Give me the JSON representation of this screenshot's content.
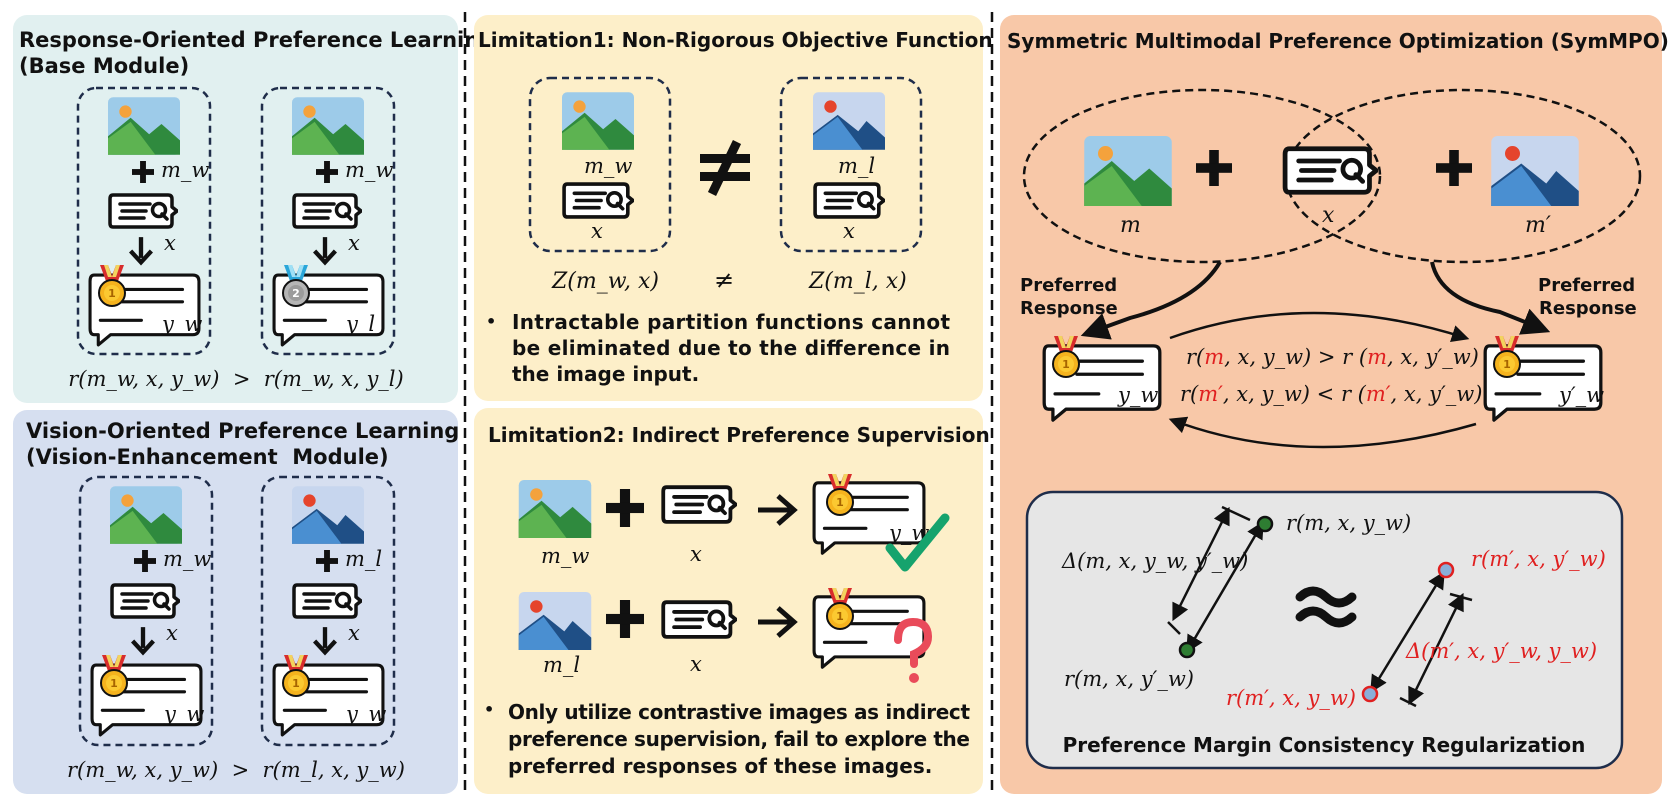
{
  "panel_response": {
    "title_line1": "Response-Oriented Preference Learning",
    "title_line2": "(Base Module)",
    "left": {
      "image_label": "m_w",
      "query_label": "x",
      "response_label": "y_w"
    },
    "right": {
      "image_label": "m_w",
      "query_label": "x",
      "response_label": "y_l"
    },
    "formula": "r(m_w, x, y_w)  >  r(m_w, x, y_l)"
  },
  "panel_vision": {
    "title_line1": "Vision-Oriented Preference Learning",
    "title_line2": "(Vision-Enhancement  Module)",
    "left": {
      "image_label": "m_w",
      "query_label": "x",
      "response_label": "y_w"
    },
    "right": {
      "image_label": "m_l",
      "query_label": "x",
      "response_label": "y_w"
    },
    "formula": "r(m_w, x, y_w)  >  r(m_l, x, y_w)"
  },
  "panel_limit1": {
    "title": "Limitation1: Non-Rigorous Objective Function",
    "left": {
      "image_label": "m_w",
      "query_label": "x"
    },
    "right": {
      "image_label": "m_l",
      "query_label": "x"
    },
    "z_left": "Z(m_w, x)",
    "z_neq": "≠",
    "z_right": "Z(m_l, x)",
    "bullet": "•",
    "note_line1": "Intractable partition functions cannot",
    "note_line2": "be eliminated due to the difference in",
    "note_line3": "the image input."
  },
  "panel_limit2": {
    "title": "Limitation2: Indirect Preference Supervision",
    "row1": {
      "image_label": "m_w",
      "query_label": "x",
      "response_label": "y_w"
    },
    "row2": {
      "image_label": "m_l",
      "query_label": "x"
    },
    "bullet": "•",
    "note_line1": "Only utilize contrastive images as indirect",
    "note_line2": "preference supervision, fail to explore the",
    "note_line3": "preferred responses of these images."
  },
  "panel_sym": {
    "title": "Symmetric Multimodal Preference Optimization (SymMPO)",
    "m_label": "m",
    "x_label": "x",
    "m_prime_label": "m′",
    "pref_left_line1": "Preferred",
    "pref_left_line2": "Response",
    "pref_right_line1": "Preferred",
    "pref_right_line2": "Response",
    "resp_left_label": "y_w",
    "resp_right_label": "y′_w",
    "ineq1": "r(m, x, y_w) > r (m, x, y′_w)",
    "ineq2": "r(m′, x, y_w) < r (m′, x, y′_w)",
    "reg_title": "Preference Margin Consistency Regularization",
    "approx": "≈",
    "r1": "r(m, x, y_w)",
    "r2": "r(m, x, y′_w)",
    "delta1": "Δ(m, x, y_w, y′_w)",
    "r3": "r(m′, x, y′_w)",
    "r4": "r(m′, x, y_w)",
    "delta2": "Δ(m′, x, y′_w, y_w)"
  },
  "colors": {
    "panel_response": "#e1f0f0",
    "panel_vision": "#d6dff0",
    "panel_limit": "#fdefc9",
    "panel_sym": "#f8c8a8",
    "reg_box": "#e6e6e6",
    "highlight_red": "#e02020",
    "green_point": "#2e7d32",
    "check_green": "#16a36d",
    "question_red": "#e94b5a"
  },
  "icons": [
    "image-green-mountain-icon",
    "image-blue-mountain-icon",
    "query-icon",
    "plus-icon",
    "down-arrow-icon",
    "right-arrow-icon",
    "gold-medal-icon",
    "silver-medal-icon",
    "response-bubble-icon",
    "checkmark-icon",
    "question-mark-icon",
    "not-equal-icon",
    "approx-icon"
  ]
}
